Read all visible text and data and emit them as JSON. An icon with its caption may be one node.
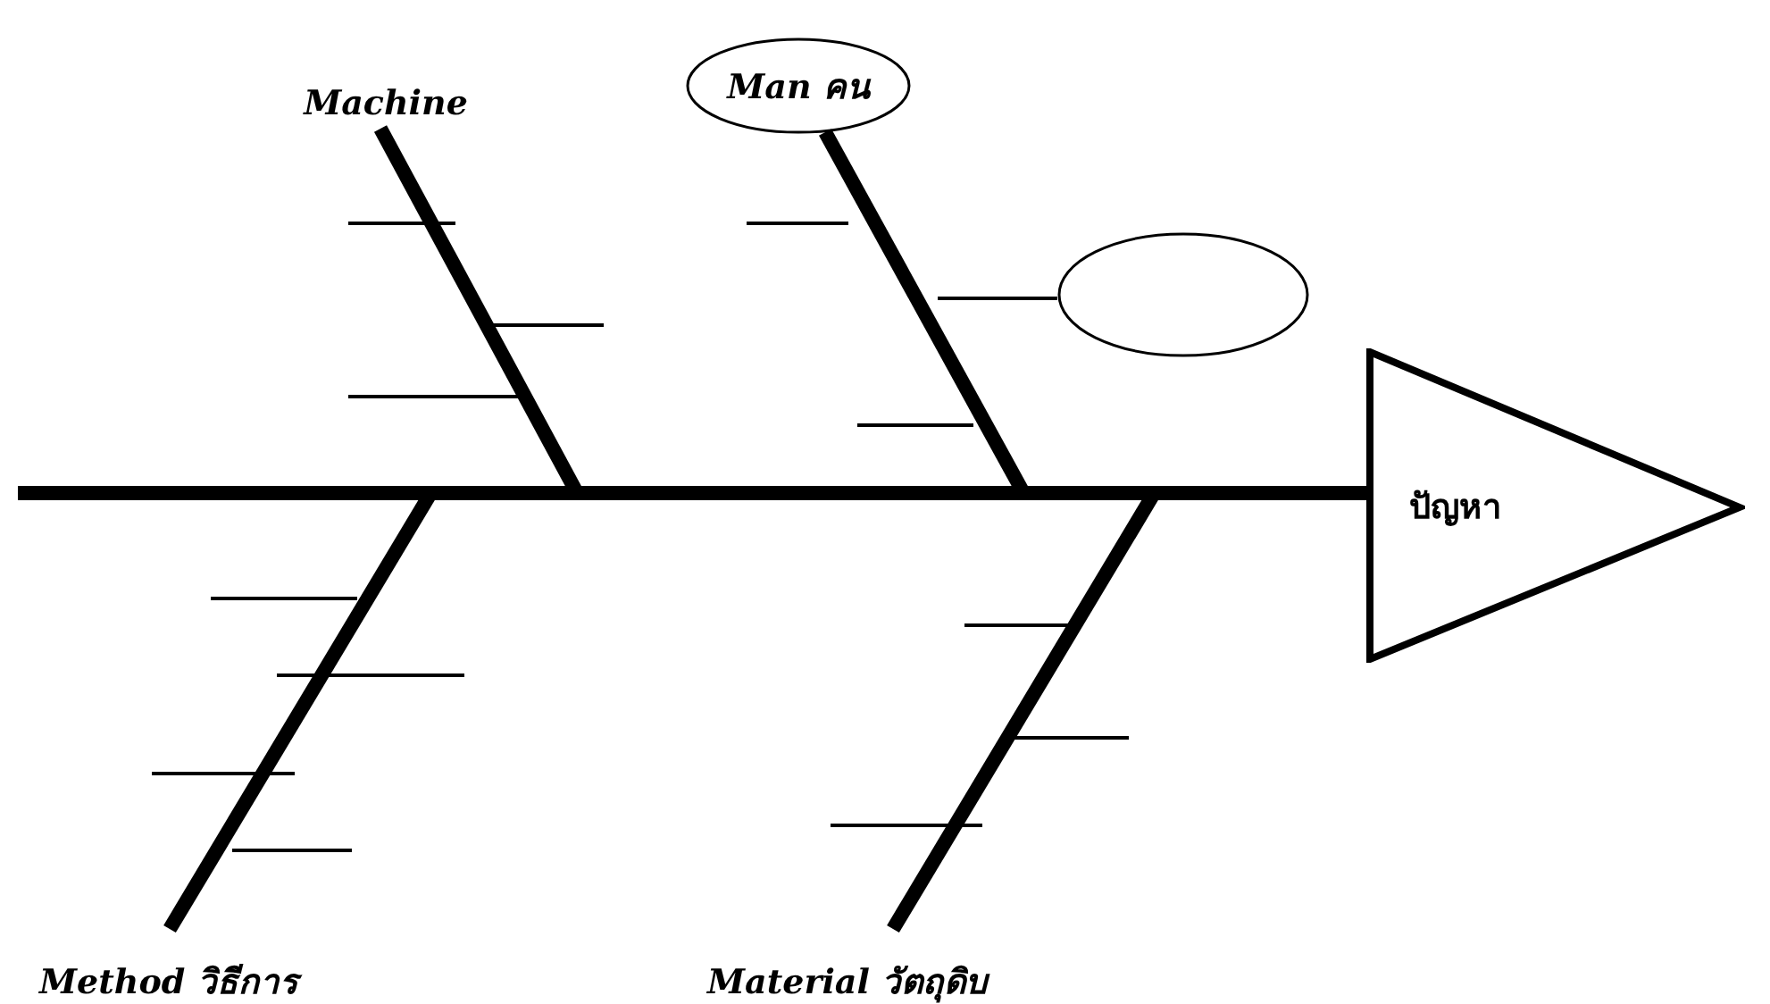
{
  "diagram": {
    "nodes": [
      {
        "text": [
          "Machine"
        ]
      },
      {
        "text": [
          "Man คน"
        ]
      },
      {
        "text": [],
        "shape": "circle"
      },
      {
        "text": [
          "Method วิธีการ"
        ]
      },
      {
        "text": [
          "Material วัตถุดิบ"
        ]
      },
      {
        "text": [
          "ปัญหา"
        ]
      }
    ],
    "edges": [
      {
        "from": 0,
        "to": null,
        "arrow": "none"
      },
      {
        "from": 1,
        "to": null,
        "arrow": "none"
      },
      {
        "from": null,
        "to": 2,
        "arrow": "none"
      },
      {
        "from": 3,
        "to": null,
        "arrow": "none"
      },
      {
        "from": 4,
        "to": null,
        "arrow": "none"
      },
      {
        "from": null,
        "to": 5,
        "arrow": "none"
      }
    ]
  }
}
